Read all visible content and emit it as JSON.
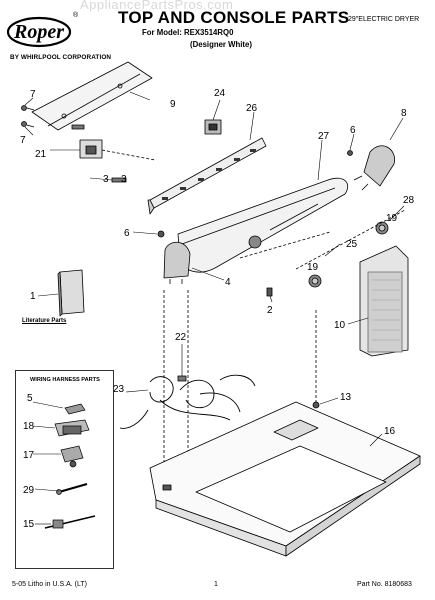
{
  "watermark": "AppliancePartsPros.com",
  "brand": {
    "logo_text": "Roper",
    "registered_mark": "®",
    "byline": "BY WHIRLPOOL CORPORATION"
  },
  "header": {
    "title": "TOP AND CONSOLE PARTS",
    "model_line": "For Model: REX3514RQ0",
    "variant": "(Designer White)",
    "product": "29\"ELECTRIC DRYER"
  },
  "literature_label": "Literature Parts",
  "wiring_harness_title": "WIRING HARNESS PARTS",
  "callouts": [
    "7",
    "9",
    "21",
    "3",
    "7",
    "24",
    "26",
    "8",
    "6",
    "27",
    "28",
    "19",
    "3",
    "6",
    "25",
    "4",
    "19",
    "1",
    "2",
    "10",
    "22",
    "23",
    "13",
    "16",
    "5",
    "18",
    "17",
    "29",
    "15"
  ],
  "footer": {
    "litho": "5-05 Litho in U.S.A. (LT)",
    "page": "1",
    "part_no": "Part No. 8180683"
  }
}
